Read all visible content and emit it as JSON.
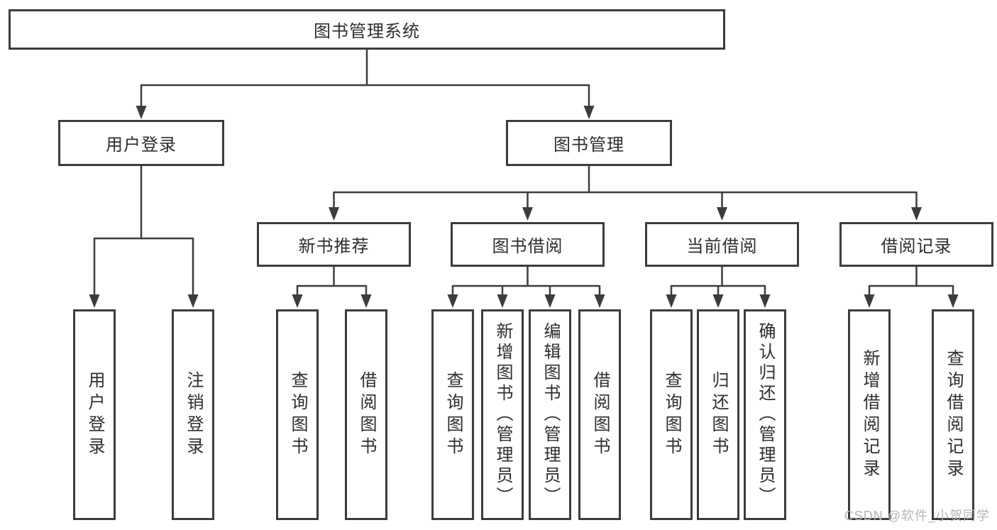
{
  "diagram": {
    "root": {
      "label": "图书管理系统"
    },
    "user_login": {
      "label": "用户登录",
      "children": [
        "用户登录",
        "注销登录"
      ]
    },
    "book_management": {
      "label": "图书管理",
      "sections": [
        {
          "label": "新书推荐",
          "children": [
            "查询图书",
            "借阅图书"
          ]
        },
        {
          "label": "图书借阅",
          "children": [
            "查询图书",
            "新增图书（管理员）",
            "编辑图书（管理员）",
            "借阅图书"
          ]
        },
        {
          "label": "当前借阅",
          "children": [
            "查询图书",
            "归还图书",
            "确认归还（管理员）"
          ]
        },
        {
          "label": "借阅记录",
          "children": [
            "新增借阅记录",
            "查询借阅记录"
          ]
        }
      ]
    }
  },
  "watermark": "CSDN @软件_小贺同学",
  "colors": {
    "line": "#3c3c3c",
    "box_border": "#3c3c3c",
    "text": "#2d2d2d",
    "watermark": "#b5b5b5",
    "background": "#ffffff"
  }
}
